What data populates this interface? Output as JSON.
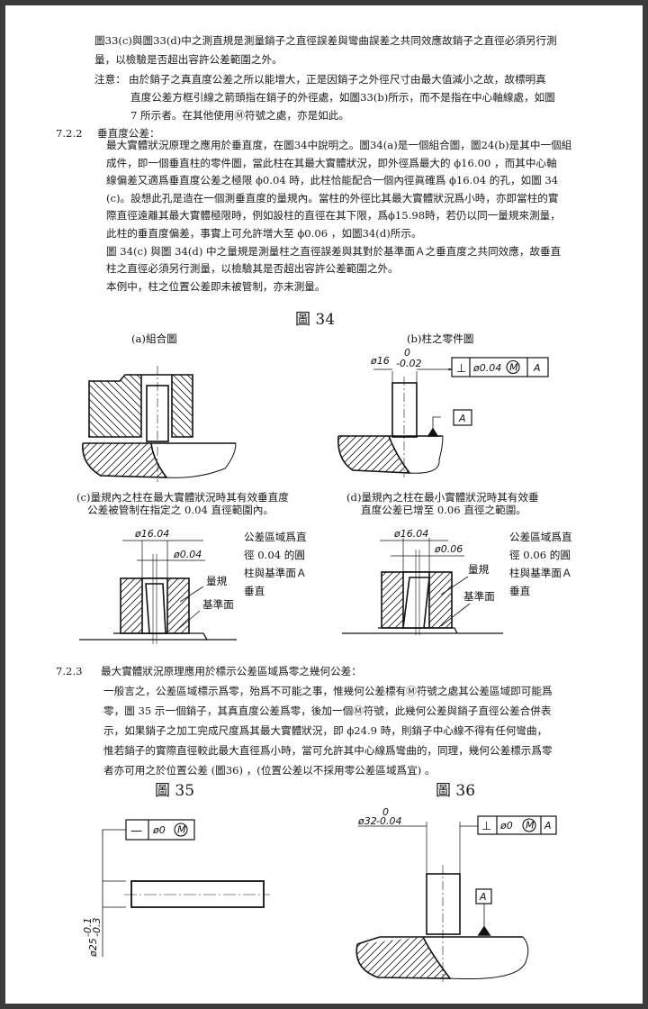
{
  "intro": {
    "lines": [
      "圖33(c)與圖33(d)中之測直規是測量銷子之直徑誤差與彎曲誤差之共同效應故銷子之直徑必須另行測",
      "量，以檢驗是否超出容許公差範圍之外。"
    ]
  },
  "note": {
    "label": "注意：",
    "lines": [
      "由於銷子之真直度公差之所以能增大，正是因銷子之外徑尺寸由最大值減小之故，故標明真",
      "直度公差方框引線之箭頭指在銷子的外徑處，如圖33(b)所示，而不是指在中心軸線處，如圖",
      "7 所示者。在其他使用Ⓜ符號之處，亦是如此。"
    ]
  },
  "s722": {
    "number": "7.2.2",
    "title": "垂直度公差：",
    "lines": [
      "最大實體狀況原理之應用於垂直度，在圖34中說明之。圖34(a)是一個組合圖，圖24(b)是其中一個組",
      "成件，即一個垂直柱的零件圖，當此柱在其最大實體狀況，即外徑爲最大的 ϕ16.00 ，而其中心軸",
      "線偏差又適爲垂直度公差之極限 ϕ0.04 時，此柱恰能配合一個內徑眞確爲 ϕ16.04 的孔，如圖 34",
      "(c)。設想此孔是造在一個測垂直度的量規內。當柱的外徑比其最大實體狀況爲小時，亦即當柱的實",
      "際直徑遠離其最大實體極限時，例如設柱的直徑在其下限，爲ϕ15.98時，若仍以同一量規來測量，",
      "此柱的垂直度偏差，事實上可允許增大至 ϕ0.06 ，如圖34(d)所示。",
      "圖 34(c) 與圖 34(d) 中之量規是測量柱之直徑誤差與其對於基準面Ａ之垂直度之共同效應，故垂直",
      "柱之直徑必須另行測量，以檢驗其是否超出容許公差範圍之外。",
      "本例中，柱之位置公差即未被管制，亦未測量。"
    ]
  },
  "fig34": {
    "title": "圖 34",
    "a": {
      "caption": "(a)組合圖"
    },
    "b": {
      "caption": "(b)柱之零件圖",
      "dim_nominal": "ø16",
      "dim_upper": "0",
      "dim_lower": "-0.02",
      "fcf": {
        "symbol": "⊥",
        "tolerance": "ø0.04",
        "modifier": "M",
        "datum": "A"
      },
      "datum_label": "A"
    },
    "c": {
      "caption": [
        "(c)量規內之柱在最大實體狀況時其有效垂直度",
        "公差被管制在指定之 0.04 直徑範圍內。"
      ],
      "dim_hole": "ø16.04",
      "dim_zone": "ø0.04",
      "note": [
        "公差區域爲直",
        "徑 0.04 的圓",
        "柱與基準面Ａ",
        "垂直"
      ],
      "gauge_label": "量規",
      "datum_label": "基準面"
    },
    "d": {
      "caption": [
        "(d)量規內之柱在最小實體狀況時其有效垂",
        "直度公差已增至 0.06 直徑之範圍。"
      ],
      "dim_hole": "ø16.04",
      "dim_zone": "ø0.06",
      "note": [
        "公差區域爲直",
        "徑 0.06 的圓",
        "柱與基準面Ａ",
        "垂直"
      ],
      "gauge_label": "量規",
      "datum_label": "基準面"
    }
  },
  "s723": {
    "number": "7.2.3",
    "title": "最大實體狀況原理應用於標示公差區域爲零之幾何公差：",
    "lines": [
      "一般言之，公差區域標示爲零，殆爲不可能之事，惟幾何公差標有Ⓜ符號之處其公差區域即可能爲",
      "零，圖 35 示一個銷子，其真直度公差爲零，後加一個Ⓜ符號，此幾何公差與銷子直徑公差合併表",
      "示，如果銷子之加工完成尺度爲其最大實體狀況，即  ϕ24.9 時，則銷子中心線不得有任何彎曲，",
      "惟若銷子的實際直徑較此最大直徑爲小時，當可允許其中心線爲彎曲的，同理，幾何公差標示爲零",
      "者亦可用之於位置公差 (圖36) ，(位置公差以不採用零公差區域爲宜) 。"
    ]
  },
  "fig35": {
    "title": "圖 35",
    "fcf": {
      "symbol": "—",
      "tolerance": "ø0",
      "modifier": "M"
    },
    "dim_nominal": "ø25",
    "dim_upper": "-0.1",
    "dim_lower": "-0.3"
  },
  "fig36": {
    "title": "圖 36",
    "dim_nominal": "ø32",
    "dim_upper": "0",
    "dim_lower": "-0.04",
    "fcf": {
      "symbol": "⊥",
      "tolerance": "ø0",
      "modifier": "M",
      "datum": "A"
    },
    "datum_label": "A"
  }
}
